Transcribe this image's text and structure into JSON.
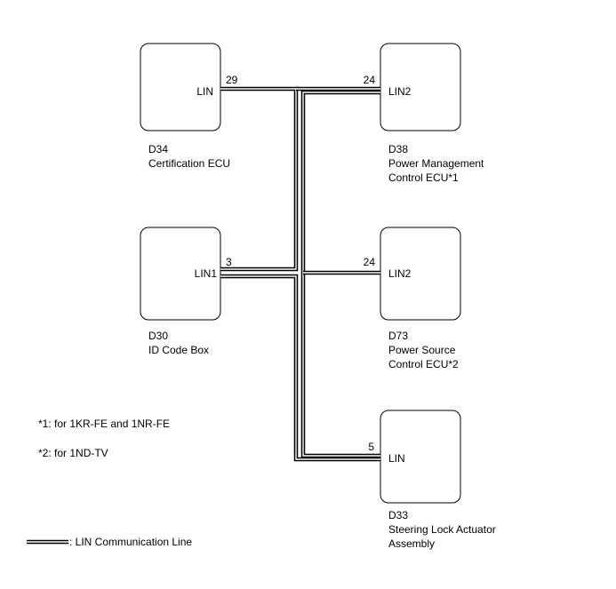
{
  "components": {
    "d34": {
      "port": "LIN",
      "pin": "29",
      "code": "D34",
      "name": "Certification ECU"
    },
    "d38": {
      "port": "LIN2",
      "pin": "24",
      "code": "D38",
      "name_line1": "Power Management",
      "name_line2": "Control ECU*1"
    },
    "d30": {
      "port": "LIN1",
      "pin": "3",
      "code": "D30",
      "name": "ID Code Box"
    },
    "d73": {
      "port": "LIN2",
      "pin": "24",
      "code": "D73",
      "name_line1": "Power Source",
      "name_line2": "Control ECU*2"
    },
    "d33": {
      "port": "LIN",
      "pin": "5",
      "code": "D33",
      "name_line1": "Steering Lock Actuator",
      "name_line2": "Assembly"
    }
  },
  "notes": {
    "note1": "*1: for 1KR-FE and 1NR-FE",
    "note2": "*2: for 1ND-TV"
  },
  "legend": {
    "label": ": LIN Communication Line"
  }
}
